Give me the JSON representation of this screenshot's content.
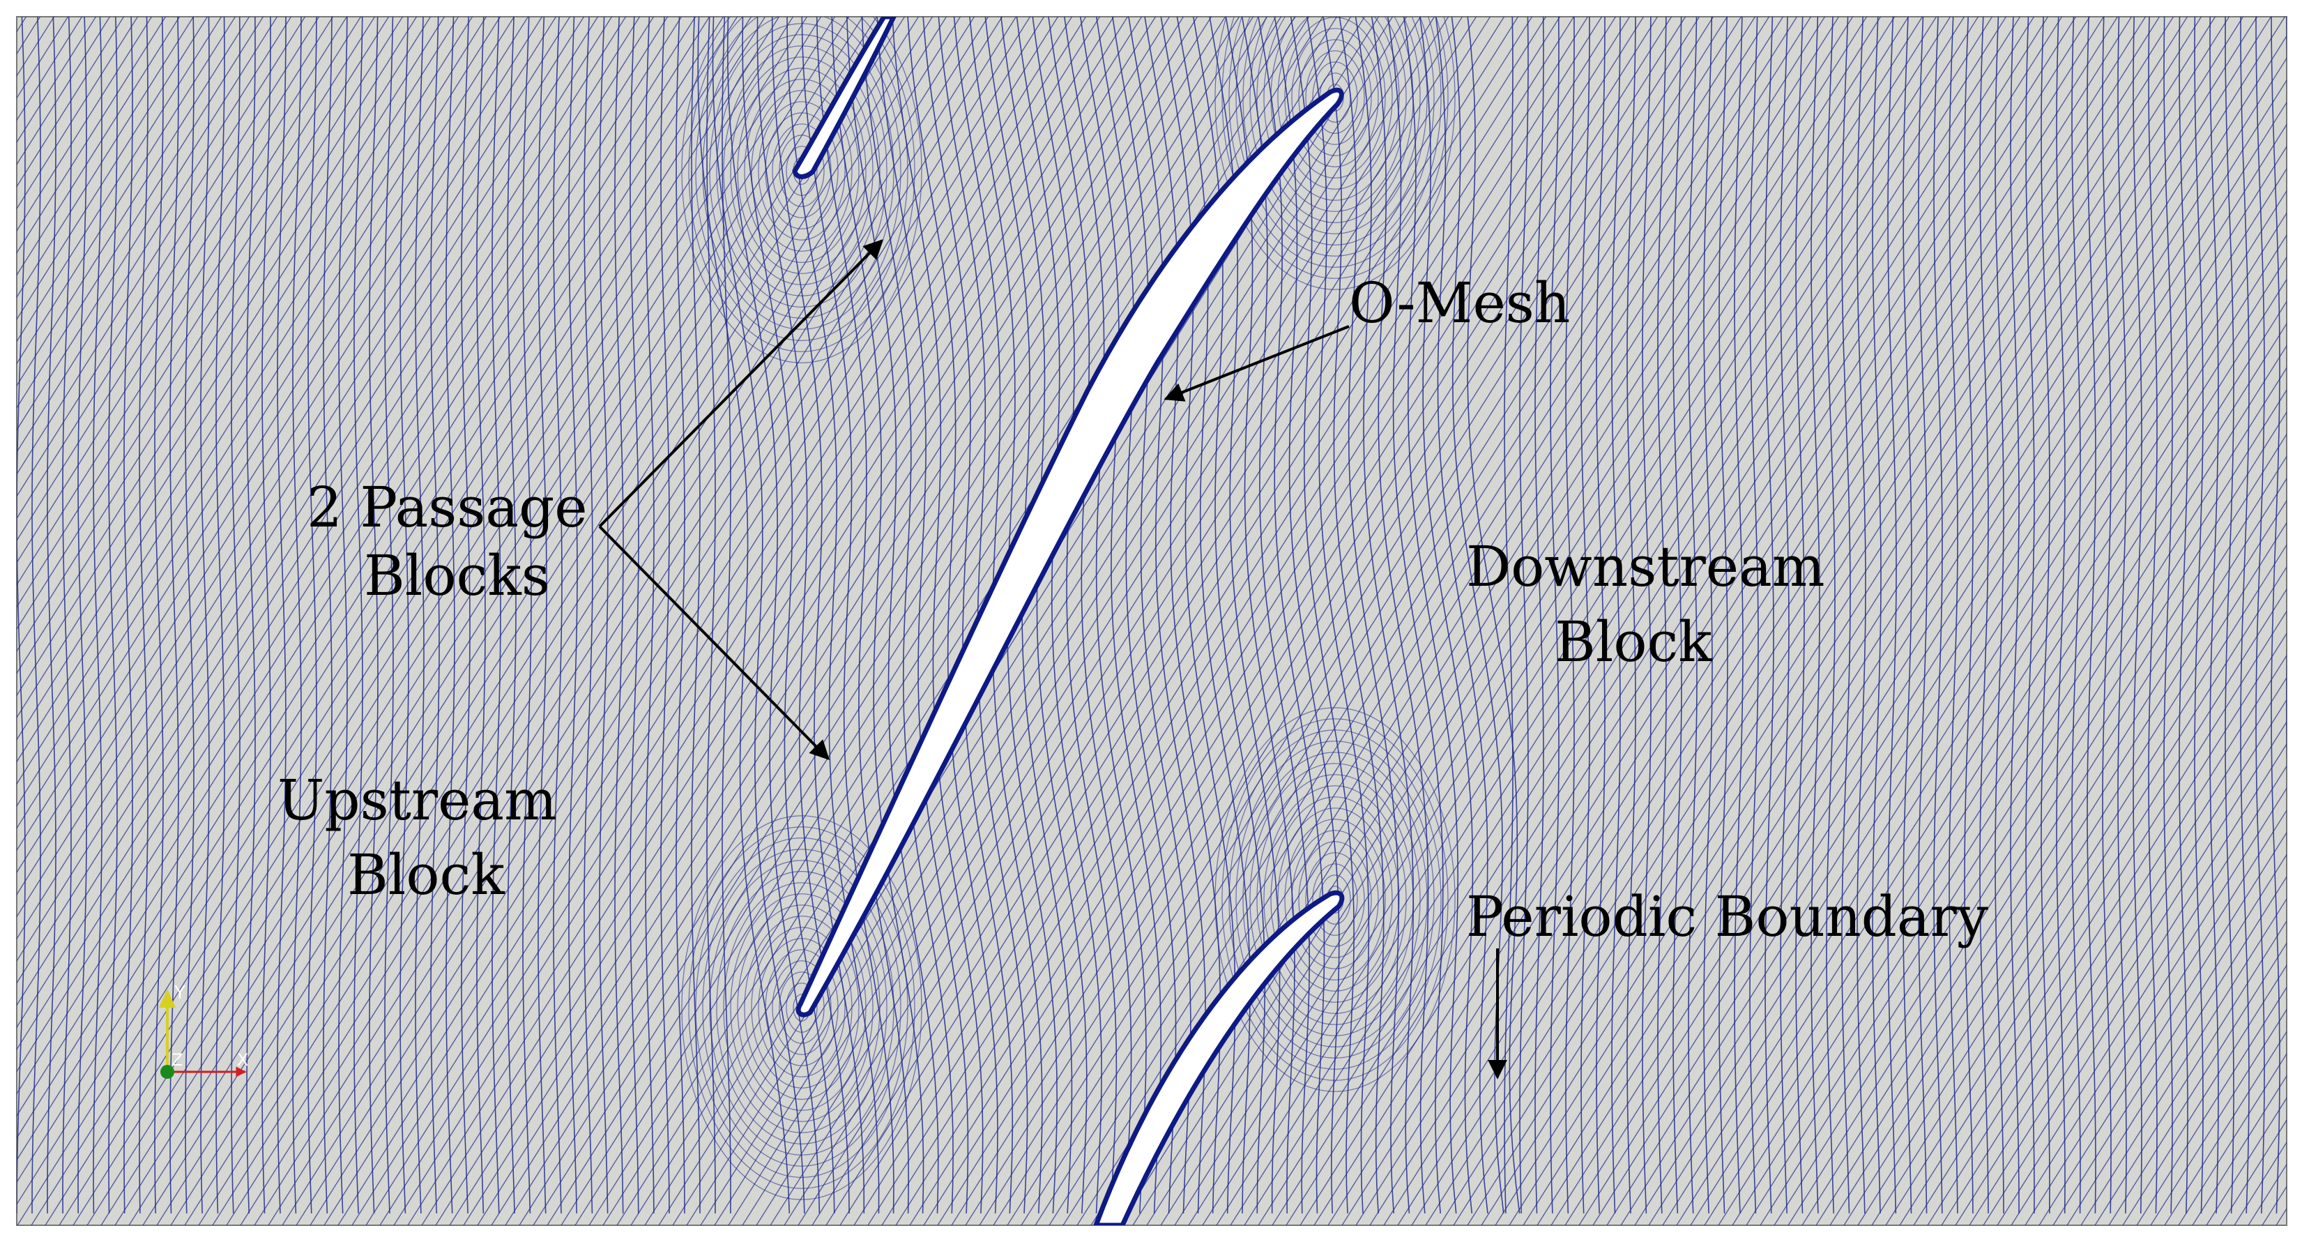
{
  "labels": {
    "passage_line1": "2 Passage",
    "passage_line2": "Blocks",
    "omesh": "O-Mesh",
    "downstream_line1": "Downstream",
    "downstream_line2": "Block",
    "upstream_line1": "Upstream",
    "upstream_line2": "Block",
    "periodic": "Periodic Boundary"
  },
  "axes_triad": {
    "y": "Y",
    "z": "Z",
    "x": "X"
  },
  "colors": {
    "background": "#d6d6d2",
    "mesh": "#1c2a8c",
    "blade": "#ffffff",
    "blade_outline": "#0d1a85",
    "triad_x": "#d02020",
    "triad_y": "#d8d020",
    "triad_z": "#1a8a1a",
    "text": "#000000"
  }
}
